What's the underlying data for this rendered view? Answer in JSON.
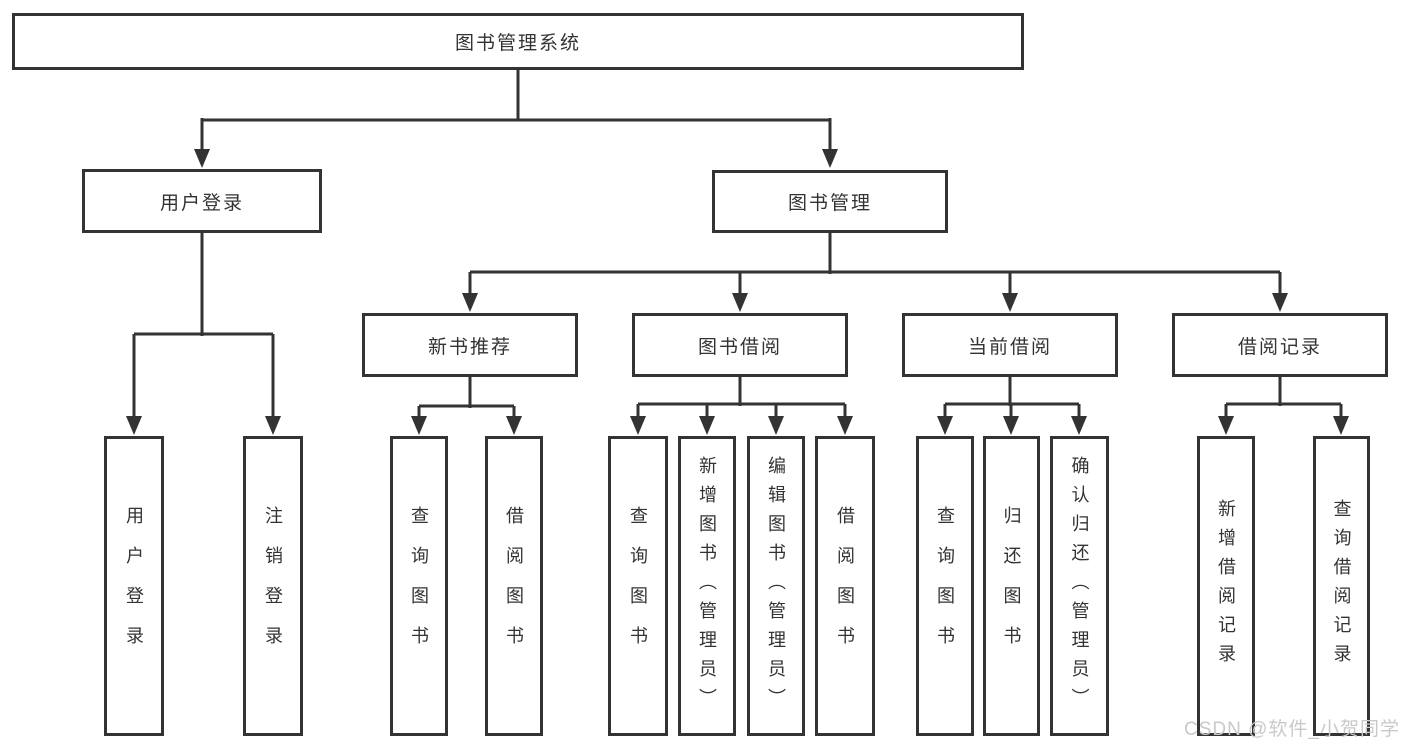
{
  "diagram": {
    "root": {
      "label": "图书管理系统"
    },
    "branches": [
      {
        "label": "用户登录",
        "children": [
          {
            "label": "用户登录"
          },
          {
            "label": "注销登录"
          }
        ]
      },
      {
        "label": "图书管理",
        "children": [
          {
            "label": "新书推荐",
            "children": [
              {
                "label": "查询图书"
              },
              {
                "label": "借阅图书"
              }
            ]
          },
          {
            "label": "图书借阅",
            "children": [
              {
                "label": "查询图书"
              },
              {
                "label": "新增图书（管理员）"
              },
              {
                "label": "编辑图书（管理员）"
              },
              {
                "label": "借阅图书"
              }
            ]
          },
          {
            "label": "当前借阅",
            "children": [
              {
                "label": "查询图书"
              },
              {
                "label": "归还图书"
              },
              {
                "label": "确认归还（管理员）"
              }
            ]
          },
          {
            "label": "借阅记录",
            "children": [
              {
                "label": "新增借阅记录"
              },
              {
                "label": "查询借阅记录"
              }
            ]
          }
        ]
      }
    ]
  },
  "watermark": {
    "text": "CSDN @软件_小贺同学"
  },
  "colors": {
    "line": "#333333",
    "text": "#333333",
    "watermark": "#c9c9c9",
    "background": "#ffffff"
  }
}
